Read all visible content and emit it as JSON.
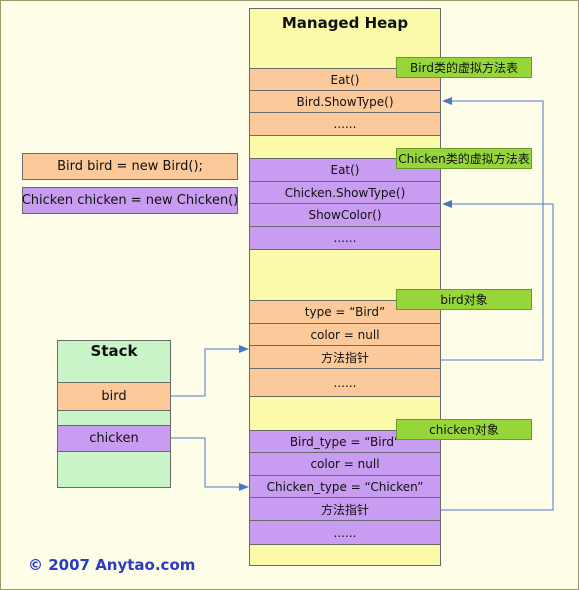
{
  "heap": {
    "title": "Managed Heap",
    "bird_vtable": [
      "Eat()",
      "Bird.ShowType()",
      "......"
    ],
    "chicken_vtable": [
      "Eat()",
      "Chicken.ShowType()",
      "ShowColor()",
      "......"
    ],
    "bird_object": [
      "type = “Bird”",
      "color = null",
      "方法指针",
      "......"
    ],
    "chicken_object": [
      "Bird_type = “Bird”",
      "color = null",
      "Chicken_type = “Chicken”",
      "方法指针",
      "......"
    ]
  },
  "labels": {
    "bird_vtable": "Bird类的虚拟方法表",
    "chicken_vtable": "Chicken类的虚拟方法表",
    "bird_object": "bird对象",
    "chicken_object": "chicken对象"
  },
  "code": {
    "bird": "Bird bird = new Bird();",
    "chicken": "Chicken chicken = new Chicken()"
  },
  "stack": {
    "title": "Stack",
    "bird": "bird",
    "chicken": "chicken"
  },
  "copyright": "© 2007 Anytao.com",
  "colors": {
    "orange": "#fbc99a",
    "purple": "#c89cf0",
    "green": "#96d63a",
    "heap": "#fafaa8",
    "stack": "#c8f4c8",
    "arrow": "#4a78c8"
  }
}
